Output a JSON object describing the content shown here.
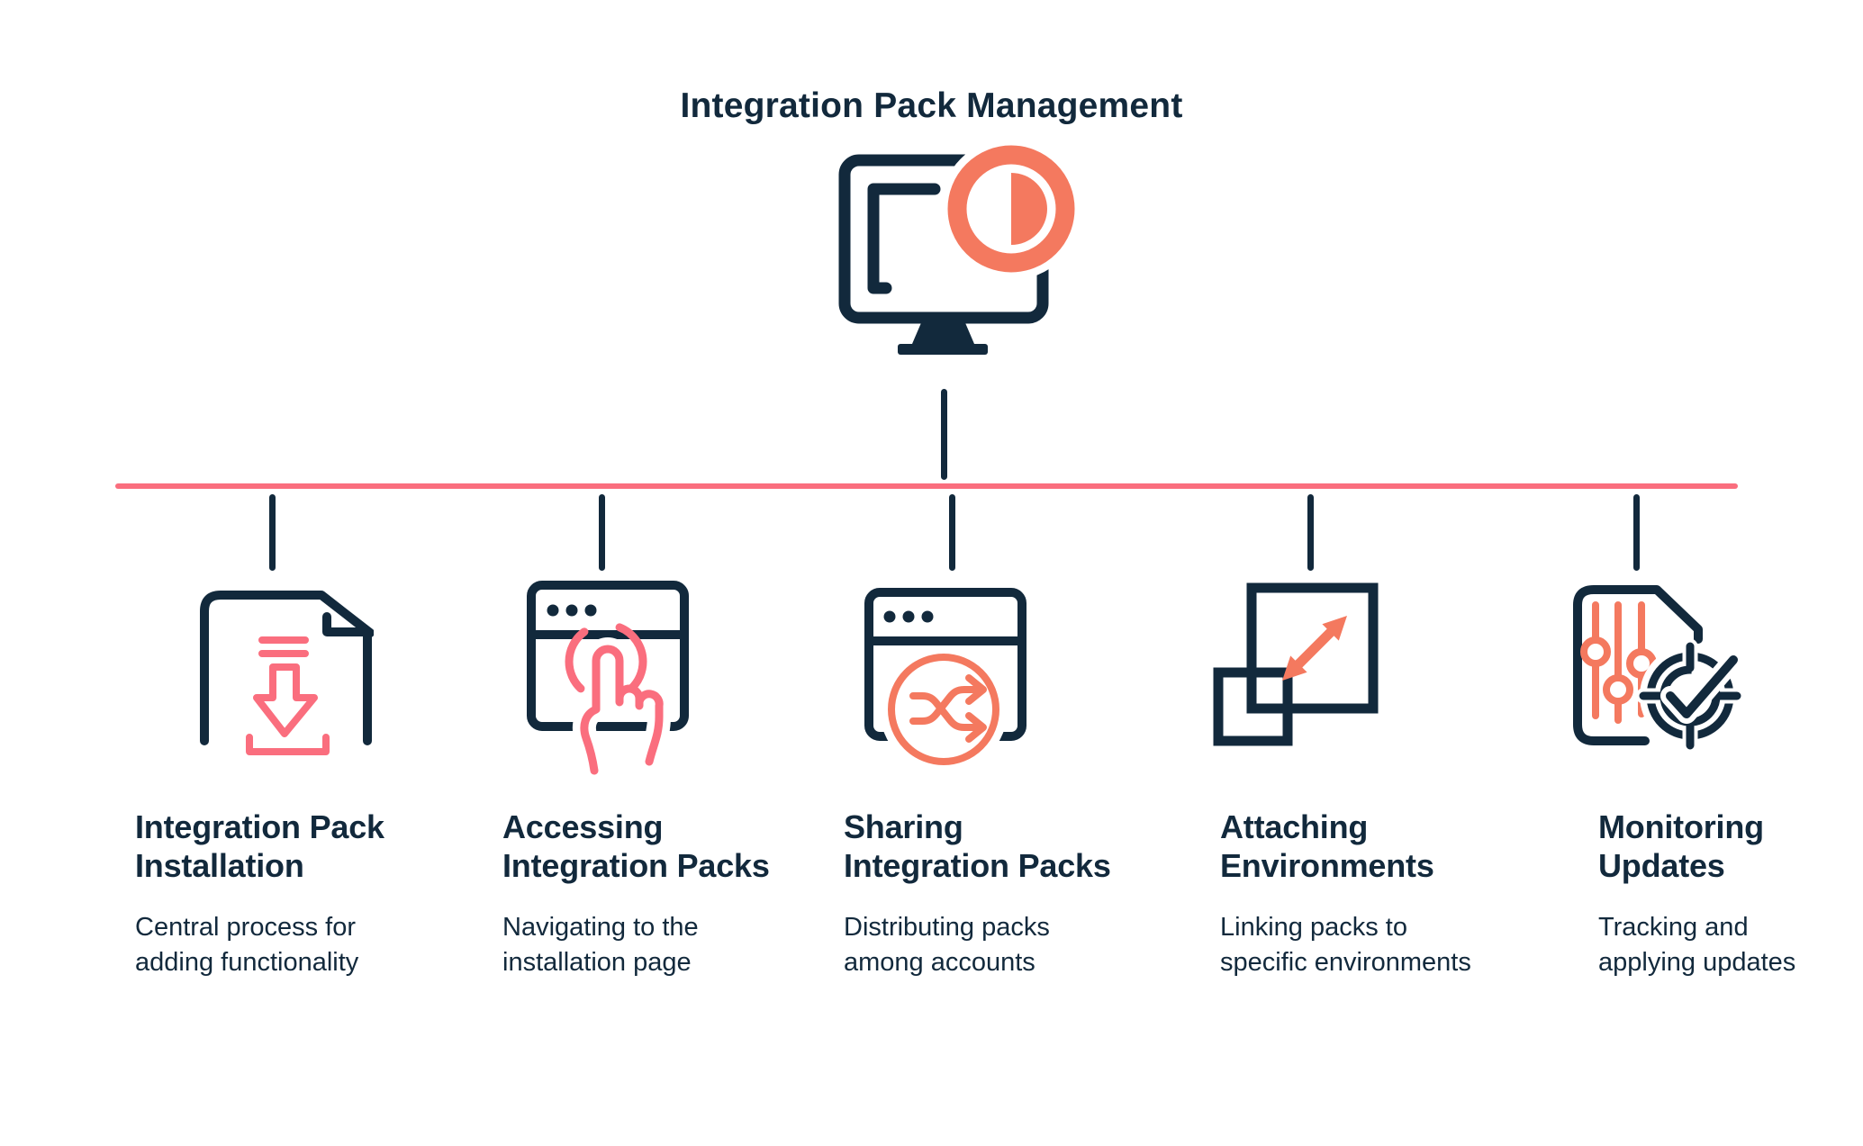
{
  "title": "Integration Pack Management",
  "colors": {
    "navy": "#12293C",
    "pink": "#FA6E7E",
    "coral": "#F4795F"
  },
  "center": {
    "icon": "monitor-contrast-circle-icon"
  },
  "branches": [
    {
      "id": "integration-pack-installation",
      "icon": "document-download-icon",
      "heading_line1": "Integration Pack",
      "heading_line2": "Installation",
      "desc_line1": "Central process for",
      "desc_line2": "adding functionality"
    },
    {
      "id": "accessing-integration-packs",
      "icon": "browser-tap-icon",
      "heading_line1": "Accessing",
      "heading_line2": "Integration Packs",
      "desc_line1": "Navigating to the",
      "desc_line2": "installation page"
    },
    {
      "id": "sharing-integration-packs",
      "icon": "browser-shuffle-icon",
      "heading_line1": "Sharing",
      "heading_line2": "Integration Packs",
      "desc_line1": "Distributing packs",
      "desc_line2": "among accounts"
    },
    {
      "id": "attaching-environments",
      "icon": "overlapping-squares-expand-icon",
      "heading_line1": "Attaching",
      "heading_line2": "Environments",
      "desc_line1": "Linking packs to",
      "desc_line2": "specific environments"
    },
    {
      "id": "monitoring-updates",
      "icon": "document-sliders-check-icon",
      "heading_line1": "Monitoring",
      "heading_line2": "Updates",
      "desc_line1": "Tracking and",
      "desc_line2": "applying updates"
    }
  ]
}
